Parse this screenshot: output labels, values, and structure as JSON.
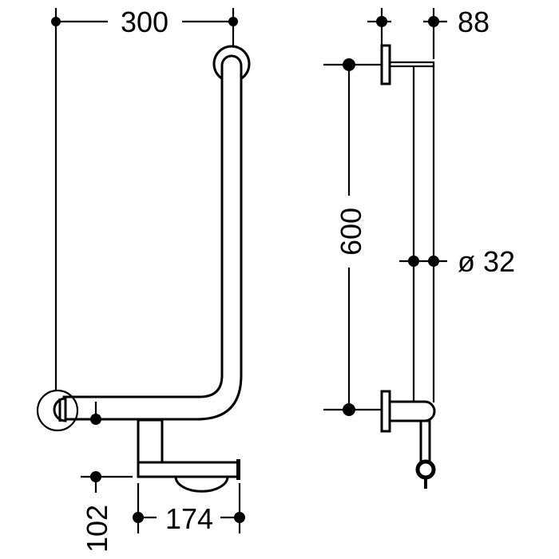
{
  "dimensions": {
    "width_total": "300",
    "height_total": "600",
    "depth": "88",
    "diameter": "ø 32",
    "offset_height": "102",
    "offset_width": "174"
  },
  "colors": {
    "line": "#000000",
    "background": "#ffffff"
  }
}
